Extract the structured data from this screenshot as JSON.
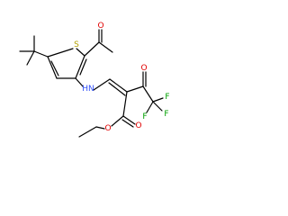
{
  "molecule": {
    "atoms": {
      "sulfur": "S",
      "nitrogen": "HN",
      "ketone_oxygen_acetyl": "O",
      "ketone_oxygen_trifluoro": "O",
      "ester_carbonyl_oxygen": "O",
      "ester_ether_oxygen": "O",
      "fluorine_1": "F",
      "fluorine_2": "F",
      "fluorine_3": "F"
    },
    "colors": {
      "bond": "#000000",
      "sulfur": "#b3a000",
      "nitrogen": "#3050f8",
      "oxygen": "#e00000",
      "fluorine": "#00a000"
    }
  }
}
